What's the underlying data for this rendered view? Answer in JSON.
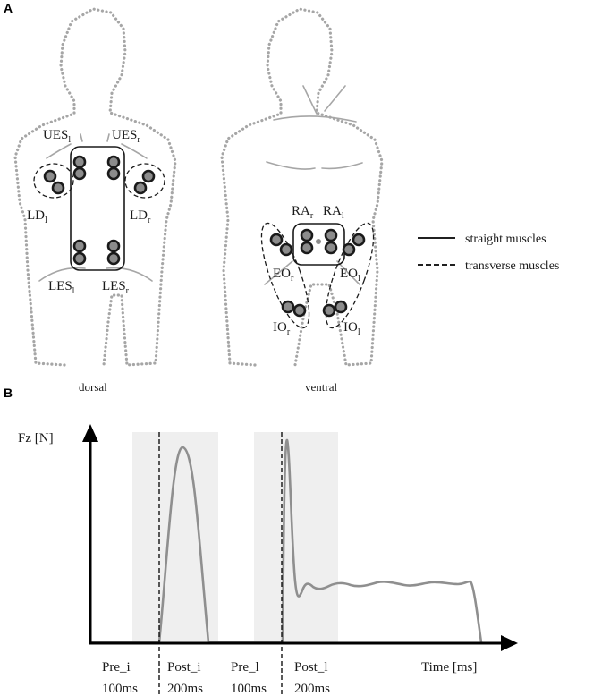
{
  "panels": {
    "a": "A",
    "b": "B"
  },
  "dorsal": {
    "caption": "dorsal",
    "labels": [
      {
        "id": "ues-l",
        "base": "UES",
        "sub": "l"
      },
      {
        "id": "ues-r",
        "base": "UES",
        "sub": "r"
      },
      {
        "id": "ld-l",
        "base": "LD",
        "sub": "l"
      },
      {
        "id": "ld-r",
        "base": "LD",
        "sub": "r"
      },
      {
        "id": "les-l",
        "base": "LES",
        "sub": "l"
      },
      {
        "id": "les-r",
        "base": "LES",
        "sub": "r"
      }
    ]
  },
  "ventral": {
    "caption": "ventral",
    "labels": [
      {
        "id": "ra-r",
        "base": "RA",
        "sub": "r"
      },
      {
        "id": "ra-l",
        "base": "RA",
        "sub": "l"
      },
      {
        "id": "eo-r",
        "base": "EO",
        "sub": "r"
      },
      {
        "id": "eo-l",
        "base": "EO",
        "sub": "l"
      },
      {
        "id": "io-r",
        "base": "IO",
        "sub": "r"
      },
      {
        "id": "io-l",
        "base": "IO",
        "sub": "l"
      }
    ]
  },
  "legend": {
    "straight": "straight muscles",
    "transverse": "transverse muscles"
  },
  "graph": {
    "ylabel": "Fz [N]",
    "xlabel": "Time [ms]",
    "phases": [
      {
        "id": "pre-i",
        "name": "Pre_i",
        "duration": "100ms"
      },
      {
        "id": "post-i",
        "name": "Post_i",
        "duration": "200ms"
      },
      {
        "id": "pre-l",
        "name": "Pre_l",
        "duration": "100ms"
      },
      {
        "id": "post-l",
        "name": "Post_l",
        "duration": "200ms"
      }
    ]
  },
  "colors": {
    "outline": "#a6a6a6",
    "electrode": "#8c8c8c",
    "shade": "#efefef",
    "signal": "#8f8f8f"
  }
}
